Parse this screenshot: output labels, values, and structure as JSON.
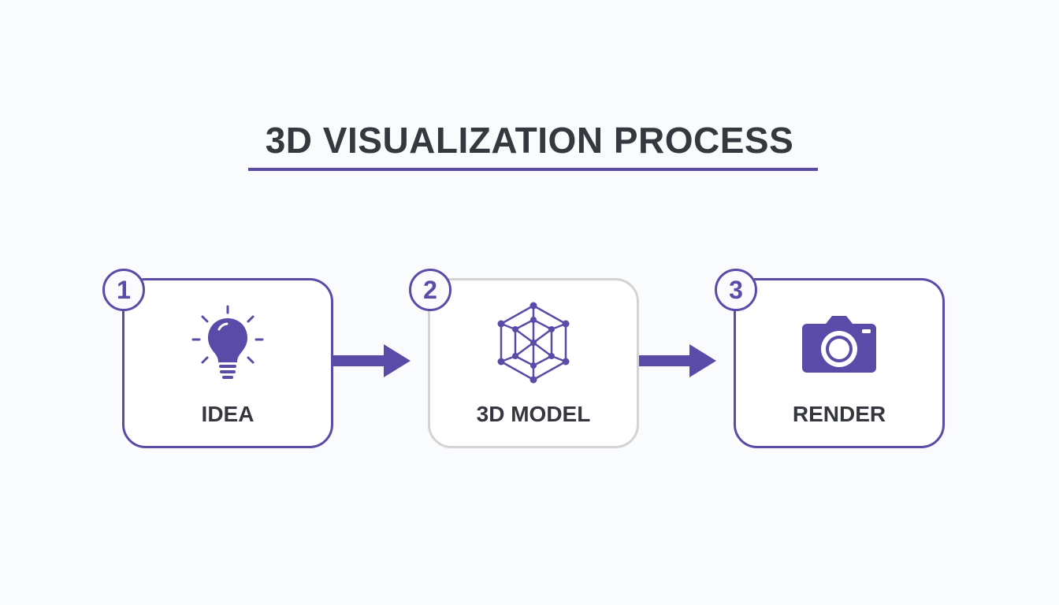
{
  "title": "3D VISUALIZATION PROCESS",
  "colors": {
    "accent": "#5a4ba8",
    "text": "#363840",
    "muted_border": "#d3d3d6",
    "background": "#fafbfc"
  },
  "steps": [
    {
      "number": "1",
      "label": "IDEA",
      "icon": "lightbulb-icon"
    },
    {
      "number": "2",
      "label": "3D MODEL",
      "icon": "wireframe-cube-icon"
    },
    {
      "number": "3",
      "label": "RENDER",
      "icon": "camera-icon"
    }
  ]
}
